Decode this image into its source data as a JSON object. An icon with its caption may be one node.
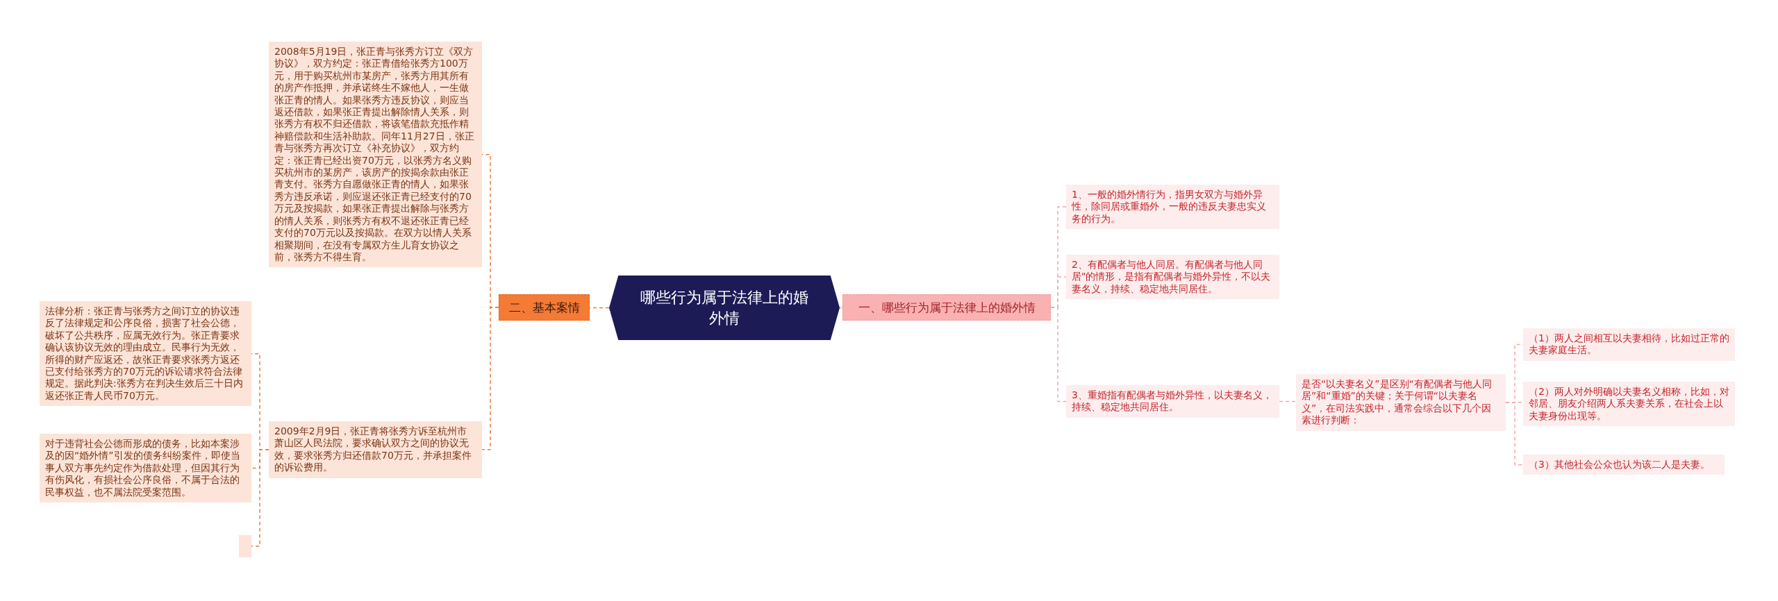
{
  "diagram": {
    "nodes": [
      {
        "text": [
          "哪些行为属于法律上的婚外情"
        ]
      },
      {
        "text": [
          "二、基本案情"
        ]
      },
      {
        "text": [
          "2008年5月19日，张正青与张秀方订立《双方协议》，双方约定：张正青借给张秀方100万元，用于购买杭州市某房产，张秀方用其所有的房产作抵押，并承诺终生不嫁他人，一生做张正青的情人。如果张秀方违反协议，则应当返还借款，如果张正青提出解除情人关系，则张秀方有权不归还借款，将该笔借款充抵作精神赔偿款和生活补助款。同年11月27日，张正青与张秀方再次订立《补充协议》，双方约定：张正青已经出资70万元，以张秀方名义购买杭州市的某房产，该房产的按揭余款由张正青支付。张秀方自愿做张正青的情人，如果张秀方违反承诺，则应退还张正青已经支付的70万元及按揭款，如果张正青提出解除与张秀方的情人关系，则张秀方有权不退还张正青已经支付的70万元以及按揭款。在双方以情人关系相聚期间，在没有专属双方生儿育女协议之前，张秀方不得生育。"
        ]
      },
      {
        "text": [
          "2009年2月9日，张正青将张秀方诉至杭州市萧山区人民法院，要求确认双方之间的协议无效，要求张秀方归还借款70万元，并承担案件的诉讼费用。"
        ]
      },
      {
        "text": [
          "法律分析：张正青与张秀方之间订立的协议违反了法律规定和公序良俗，损害了社会公德，破坏了公共秩序，应属无效行为。张正青要求确认该协议无效的理由成立。民事行为无效，所得的财产应返还，故张正青要求张秀方返还已支付给张秀方的70万元的诉讼请求符合法律规定。据此判决:张秀方在判决生效后三十日内返还张正青人民币70万元。"
        ]
      },
      {
        "text": [
          "对于违背社会公德而形成的债务，比如本案涉及的因“婚外情”引发的债务纠纷案件，即使当事人双方事先约定作为借款处理，但因其行为有伤风化，有损社会公序良俗，不属于合法的民事权益，也不属法院受案范围。"
        ]
      },
      {
        "text": [],
        "shape": "box"
      },
      {
        "text": [
          "一、哪些行为属于法律上的婚外情"
        ]
      },
      {
        "text": [
          "1、一般的婚外情行为，指男女双方与婚外异性，除同居或重婚外，一般的违反夫妻忠实义务的行为。"
        ]
      },
      {
        "text": [
          "2、有配偶者与他人同居。有配偶者与他人同居\"的情形，是指有配偶者与婚外异性，不以夫妻名义，持续、稳定地共同居住。"
        ]
      },
      {
        "text": [
          "3、重婚指有配偶者与婚外异性，以夫妻名义，持续、稳定地共同居住。"
        ]
      },
      {
        "text": [
          "是否“以夫妻名义”是区别“有配偶者与他人同居”和“重婚”的关键；关于何谓“以夫妻名义”，在司法实践中，通常会综合以下几个因素进行判断："
        ]
      },
      {
        "text": [
          "（1）两人之间相互以夫妻相待，比如过正常的夫妻家庭生活。"
        ]
      },
      {
        "text": [
          "（2）两人对外明确以夫妻名义相称，比如，对邻居、朋友介绍两人系夫妻关系，在社会上以夫妻身份出现等。"
        ]
      },
      {
        "text": [
          "（3）其他社会公众也认为该二人是夫妻。"
        ]
      }
    ],
    "edges": [
      {
        "from": 0,
        "to": 1,
        "arrow": "none",
        "color": "#f07a3c"
      },
      {
        "from": 1,
        "to": 2,
        "arrow": "none",
        "color": "#f07a3c"
      },
      {
        "from": 1,
        "to": 3,
        "arrow": "none",
        "color": "#f07a3c"
      },
      {
        "from": 3,
        "to": 4,
        "arrow": "none",
        "color": "#f07a3c"
      },
      {
        "from": 3,
        "to": 5,
        "arrow": "none",
        "color": "#f07a3c"
      },
      {
        "from": 3,
        "to": 6,
        "arrow": "none",
        "color": "#f07a3c"
      },
      {
        "from": 0,
        "to": 7,
        "arrow": "none"
      },
      {
        "from": 7,
        "to": 8,
        "arrow": "none"
      },
      {
        "from": 7,
        "to": 9,
        "arrow": "none"
      },
      {
        "from": 7,
        "to": 10,
        "arrow": "none"
      },
      {
        "from": 10,
        "to": 11,
        "arrow": "none"
      },
      {
        "from": 11,
        "to": 12,
        "arrow": "none"
      },
      {
        "from": 11,
        "to": 13,
        "arrow": "none"
      },
      {
        "from": 11,
        "to": 14,
        "arrow": "none"
      }
    ]
  }
}
